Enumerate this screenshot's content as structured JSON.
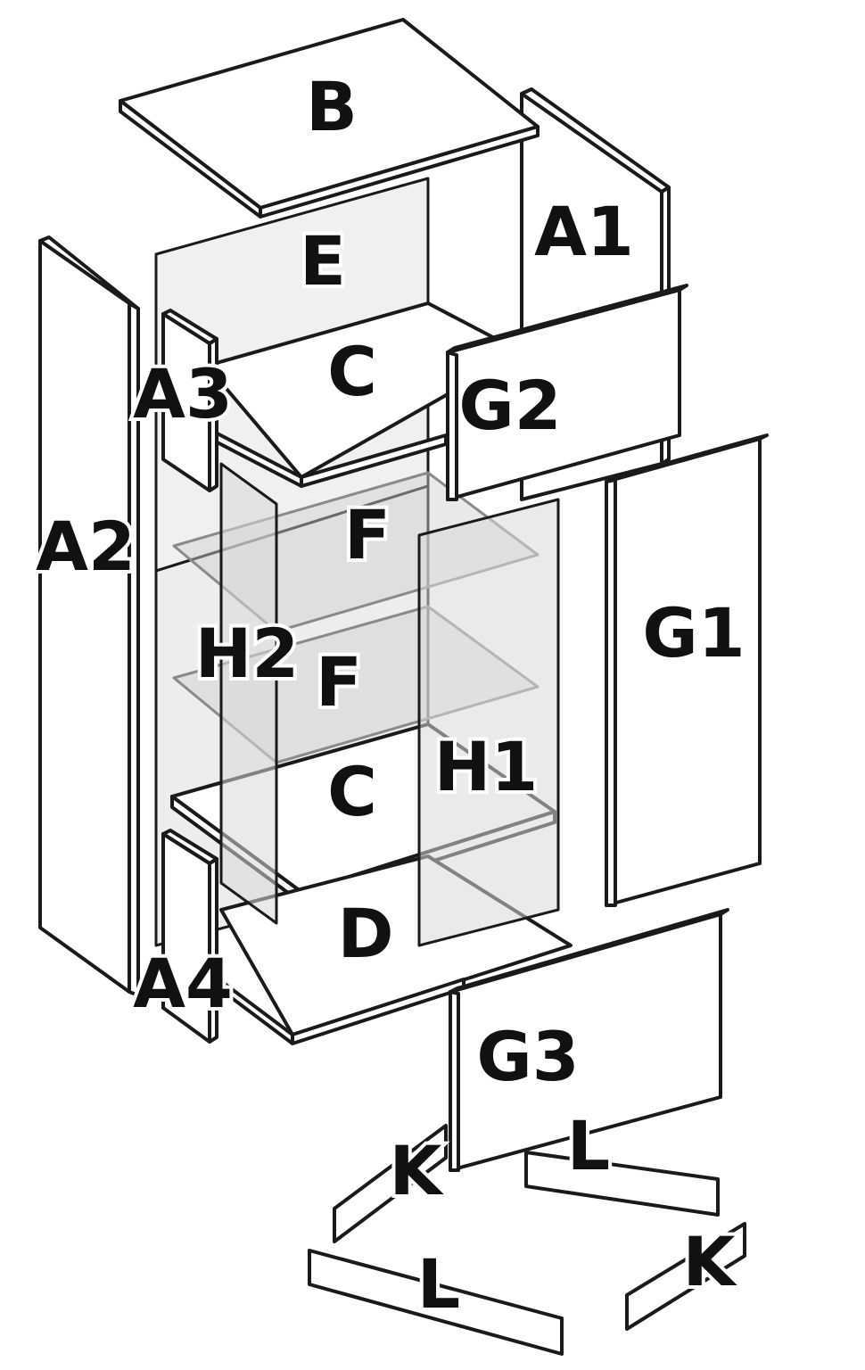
{
  "diagram": {
    "labels": {
      "B": "B",
      "A1": "A1",
      "E": "E",
      "C_top": "C",
      "A3": "A3",
      "G2": "G2",
      "A2": "A2",
      "F_top": "F",
      "G1": "G1",
      "H2": "H2",
      "F_bottom": "F",
      "H1": "H1",
      "C_bottom": "C",
      "D": "D",
      "A4": "A4",
      "G3": "G3",
      "L_right": "L",
      "K_left": "K",
      "K_right": "K",
      "L_left": "L"
    }
  }
}
